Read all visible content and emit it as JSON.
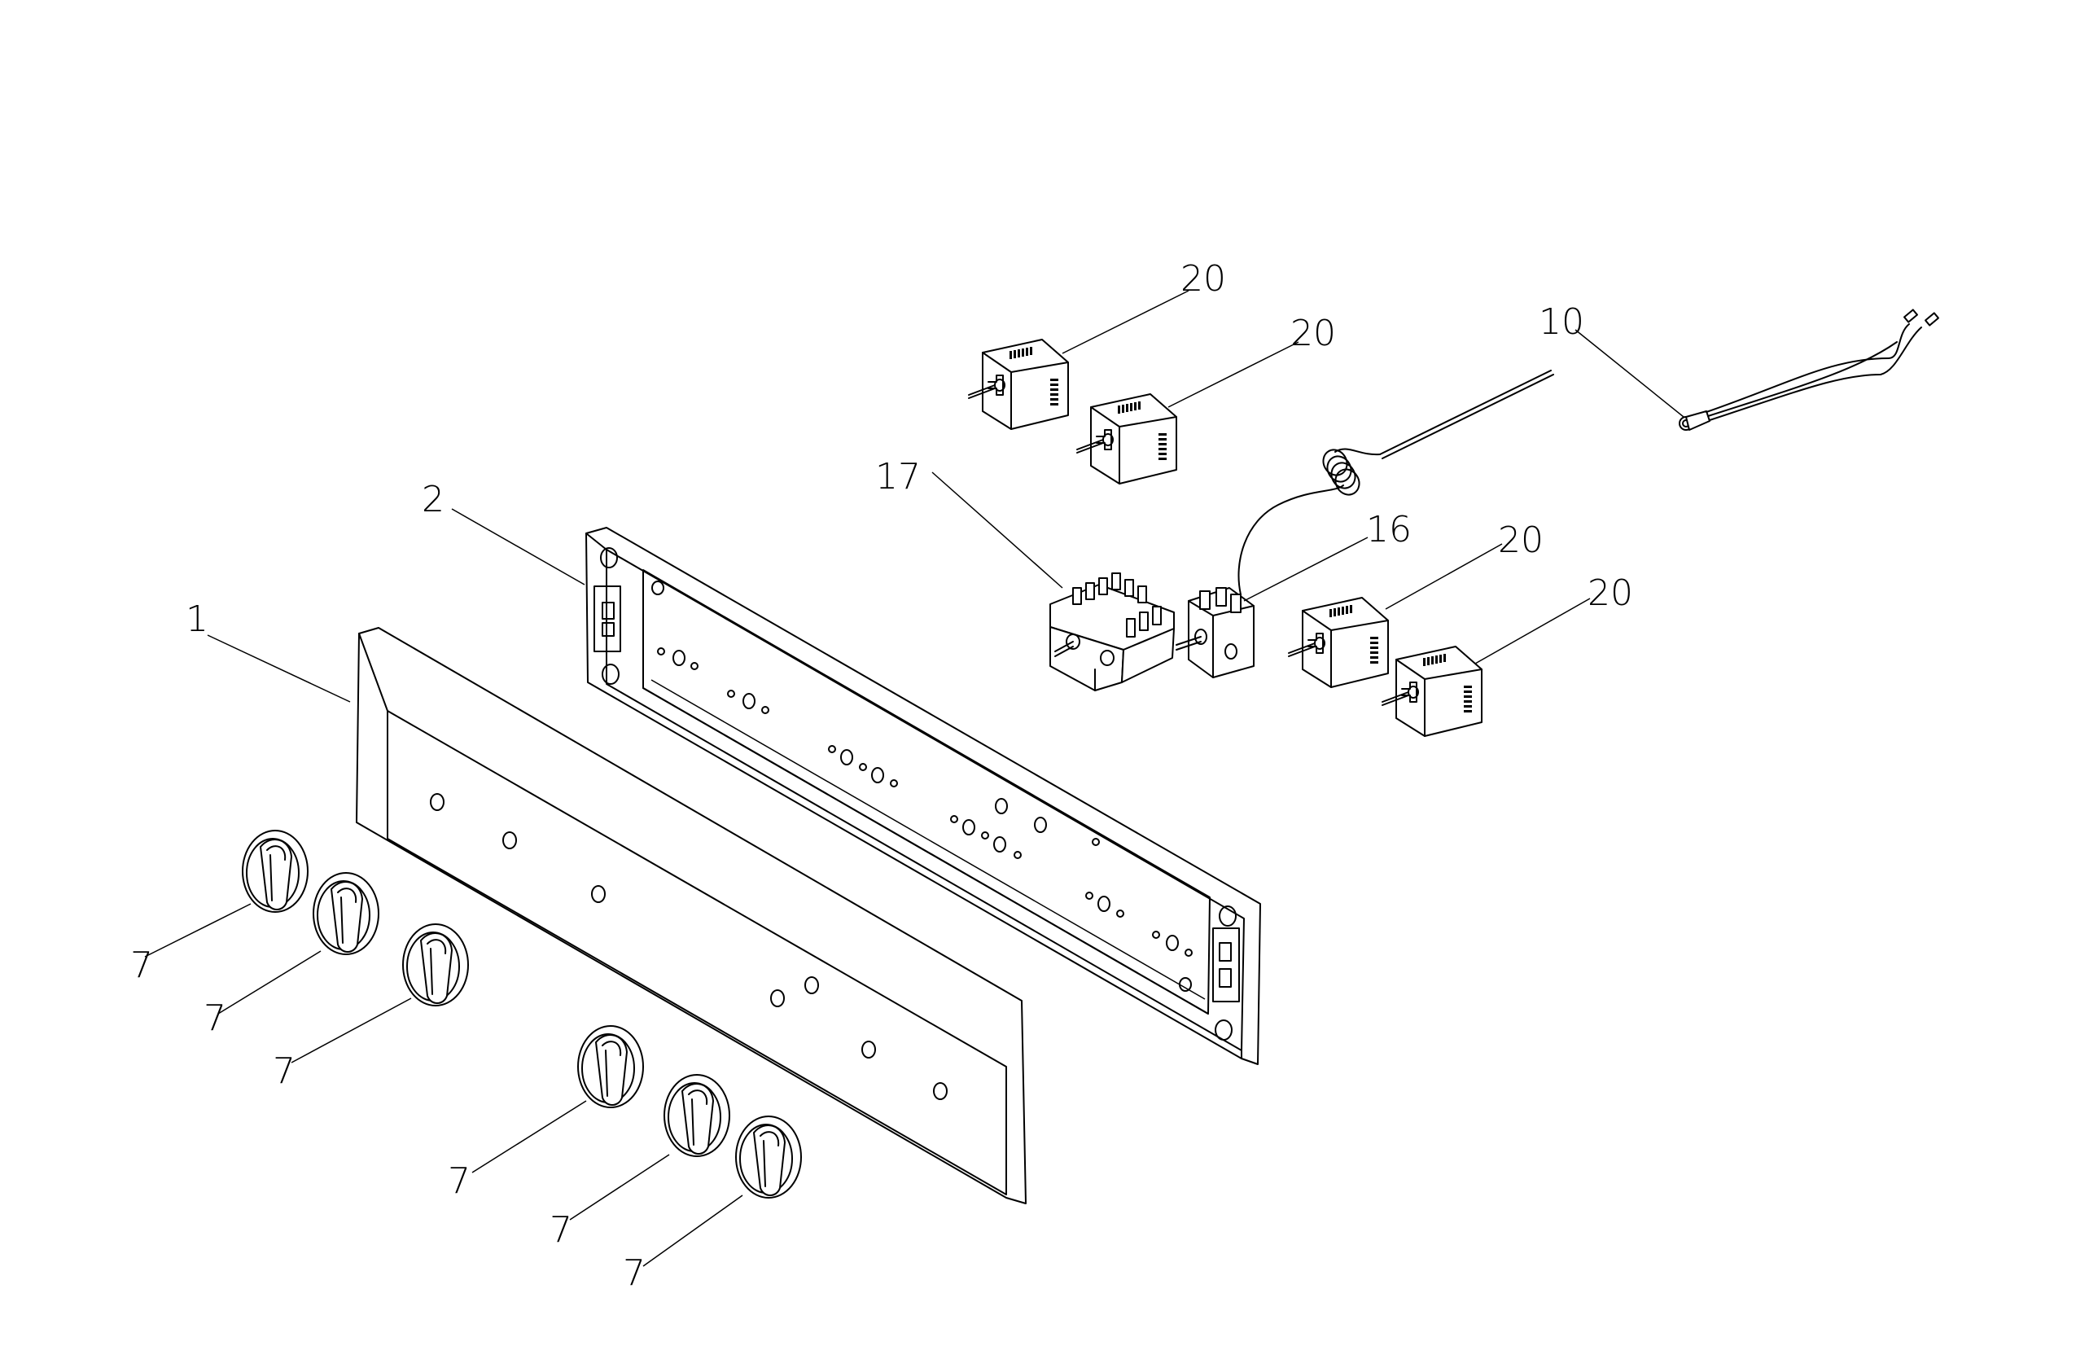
{
  "labels": {
    "panel": "1",
    "frame": "2",
    "knob": "7",
    "probe": "10",
    "thermostat": "16",
    "selector_switch": "17",
    "energy_regulator": "20"
  },
  "colors": {
    "line": "#000000",
    "background": "#ffffff"
  }
}
